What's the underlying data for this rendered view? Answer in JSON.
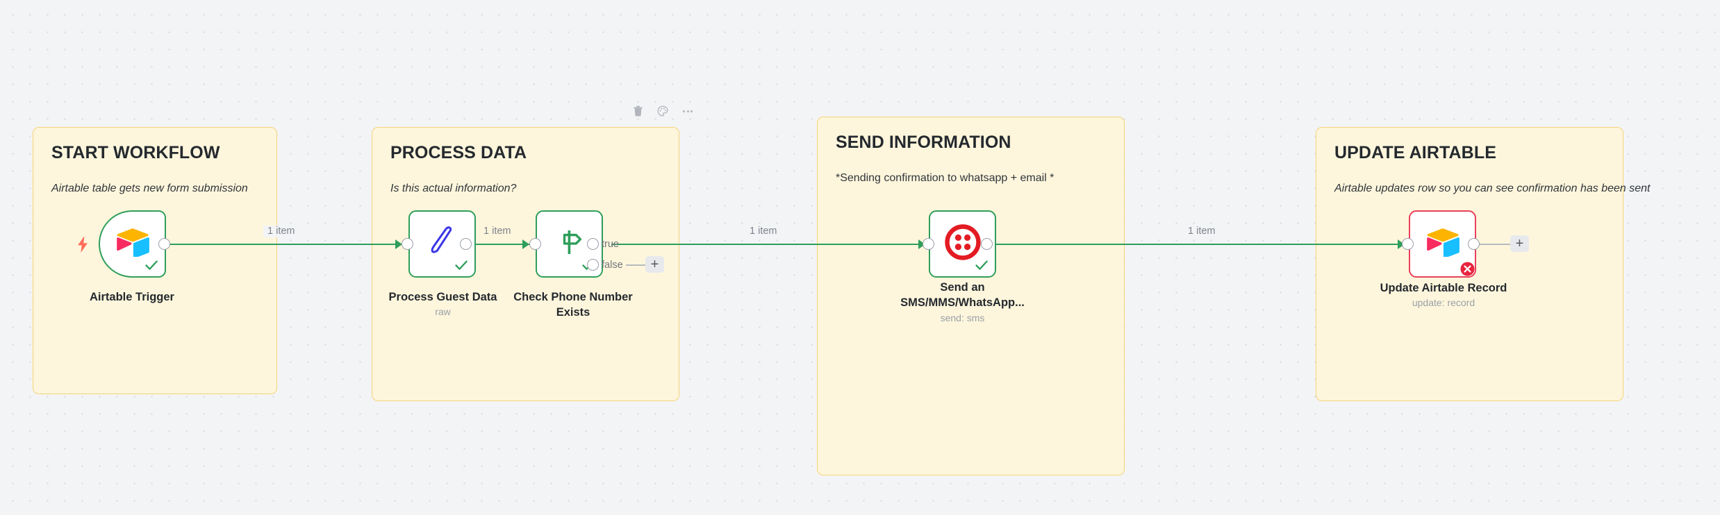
{
  "canvas": {
    "background_color": "#F3F4F6",
    "grid": "dot-grid"
  },
  "colors": {
    "sticky_bg": "#FEF6DC",
    "sticky_border": "#F5D478",
    "node_border_success": "#2E9E5B",
    "node_border_error": "#E8405A",
    "connection_success": "#2E9E5B",
    "connection_idle": "#B6BAC0",
    "trigger_bolt": "#FF6D5A"
  },
  "sticky_toolbar": {
    "delete_label": "Delete",
    "palette_label": "Change color",
    "more_label": "More options",
    "icons": [
      "trash-icon",
      "palette-icon",
      "ellipsis-icon"
    ]
  },
  "sticky_notes": [
    {
      "id": "start-workflow",
      "title": "START WORKFLOW",
      "subtitle": "Airtable table gets new form submission",
      "italic": true
    },
    {
      "id": "process-data",
      "title": "PROCESS DATA",
      "subtitle": "Is this actual information?",
      "italic": true
    },
    {
      "id": "send-information",
      "title": "SEND INFORMATION",
      "subtitle": "*Sending confirmation to whatsapp + email *",
      "italic": false
    },
    {
      "id": "update-airtable",
      "title": "UPDATE AIRTABLE",
      "subtitle": "Airtable updates row so you can see confirmation has been sent",
      "italic": true
    }
  ],
  "nodes": [
    {
      "id": "airtable-trigger",
      "name": "Airtable Trigger",
      "subtitle": "",
      "icon": "airtable-icon",
      "type": "trigger",
      "status": "success",
      "status_icon": "check-icon",
      "trigger_icon": "lightning-bolt-icon"
    },
    {
      "id": "process-guest-data",
      "name": "Process Guest Data",
      "subtitle": "raw",
      "icon": "code-pen-icon",
      "type": "action",
      "status": "success",
      "status_icon": "check-icon"
    },
    {
      "id": "check-phone-number-exists",
      "name": "Check Phone Number\nExists",
      "subtitle": "",
      "icon": "signpost-if-icon",
      "type": "if",
      "status": "success",
      "status_icon": "check-icon",
      "outputs": [
        "true",
        "false"
      ]
    },
    {
      "id": "send-sms-whatsapp",
      "name": "Send an\nSMS/MMS/WhatsApp...",
      "subtitle": "send: sms",
      "icon": "twilio-icon",
      "type": "action",
      "status": "success",
      "status_icon": "check-icon"
    },
    {
      "id": "update-airtable-record",
      "name": "Update Airtable Record",
      "subtitle": "update: record",
      "icon": "airtable-icon",
      "type": "action",
      "status": "error",
      "status_icon": "error-x-icon"
    }
  ],
  "connections": [
    {
      "id": "trigger-to-process",
      "label": "1 item",
      "state": "success"
    },
    {
      "id": "process-to-check",
      "label": "1 item",
      "state": "success"
    },
    {
      "id": "check-true-to-sms",
      "label": "1 item",
      "state": "success",
      "port_label": "true"
    },
    {
      "id": "check-false-open",
      "label": "",
      "state": "idle",
      "port_label": "false",
      "add_button": "+"
    },
    {
      "id": "sms-to-airtable",
      "label": "1 item",
      "state": "success"
    },
    {
      "id": "airtable-open",
      "label": "",
      "state": "idle",
      "add_button": "+"
    }
  ]
}
